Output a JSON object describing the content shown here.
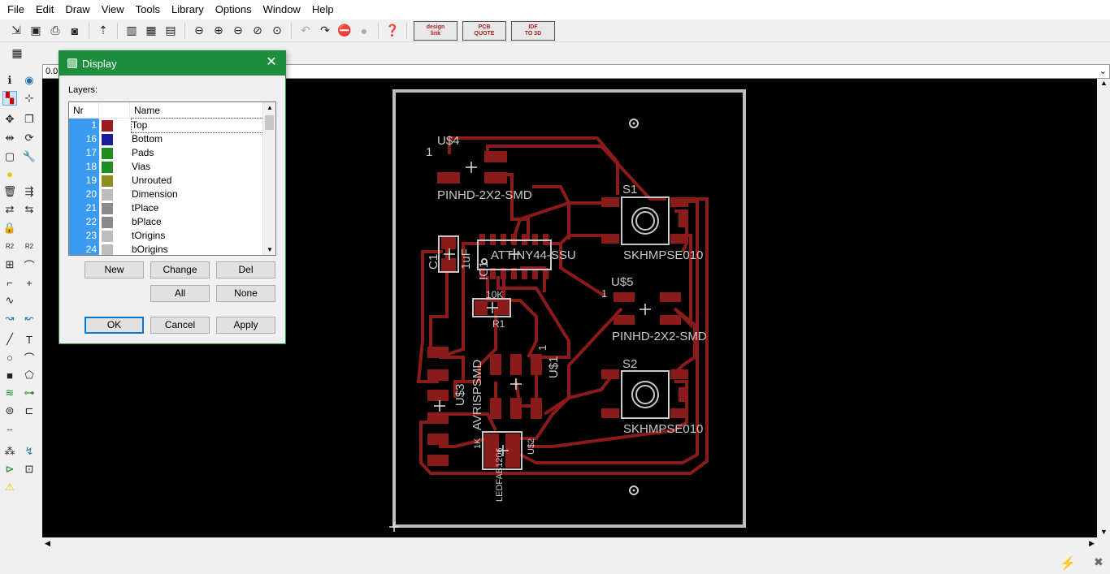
{
  "menu": [
    "File",
    "Edit",
    "Draw",
    "View",
    "Tools",
    "Library",
    "Options",
    "Window",
    "Help"
  ],
  "toolbar_logos": [
    {
      "line1": "design",
      "line2": "link"
    },
    {
      "line1": "PCB",
      "line2": "QUOTE"
    },
    {
      "line1": "IDF",
      "line2": "TO 3D"
    }
  ],
  "coord_value": "0.0",
  "dialog": {
    "title": "Display",
    "layers_label": "Layers:",
    "col_nr": "Nr",
    "col_name": "Name",
    "layers": [
      {
        "nr": "1",
        "name": "Top",
        "color": "#9a1c1c"
      },
      {
        "nr": "16",
        "name": "Bottom",
        "color": "#1c1c9a"
      },
      {
        "nr": "17",
        "name": "Pads",
        "color": "#1e8e1e"
      },
      {
        "nr": "18",
        "name": "Vias",
        "color": "#1e8e1e"
      },
      {
        "nr": "19",
        "name": "Unrouted",
        "color": "#8e8e1e"
      },
      {
        "nr": "20",
        "name": "Dimension",
        "color": "#bdbdbd"
      },
      {
        "nr": "21",
        "name": "tPlace",
        "color": "#8a8a8a"
      },
      {
        "nr": "22",
        "name": "bPlace",
        "color": "#8a8a8a"
      },
      {
        "nr": "23",
        "name": "tOrigins",
        "color": "#bdbdbd"
      },
      {
        "nr": "24",
        "name": "bOrigins",
        "color": "#bdbdbd"
      }
    ],
    "buttons": {
      "new": "New",
      "change": "Change",
      "del": "Del",
      "all": "All",
      "none": "None",
      "ok": "OK",
      "cancel": "Cancel",
      "apply": "Apply"
    }
  },
  "board": {
    "labels": {
      "u4": "U$4",
      "u4_pin": "1",
      "u4_pkg": "PINHD-2X2-SMD",
      "s1": "S1",
      "s1_pkg": "SKHMPSE010",
      "c1": "C1",
      "c1_val": "1uF",
      "ic1": "IC1",
      "ic1_pkg": "ATTINY44-SSU",
      "r1_val": "10K",
      "r1": "R1",
      "u5": "U$5",
      "u5_pin": "1",
      "u5_pkg": "PINHD-2X2-SMD",
      "s2": "S2",
      "s2_pkg": "SKHMPSE010",
      "u3": "U$3",
      "u3_pkg": "AVRISPSMD",
      "u1": "U$1",
      "u1_pin": "1",
      "led_val": "1K",
      "led_pkg": "LEDFAB1206",
      "u2": "U$2"
    },
    "colors": {
      "copper": "#8b1a1a",
      "silk": "#c8c8c8",
      "outline": "#bdbdbd"
    }
  }
}
